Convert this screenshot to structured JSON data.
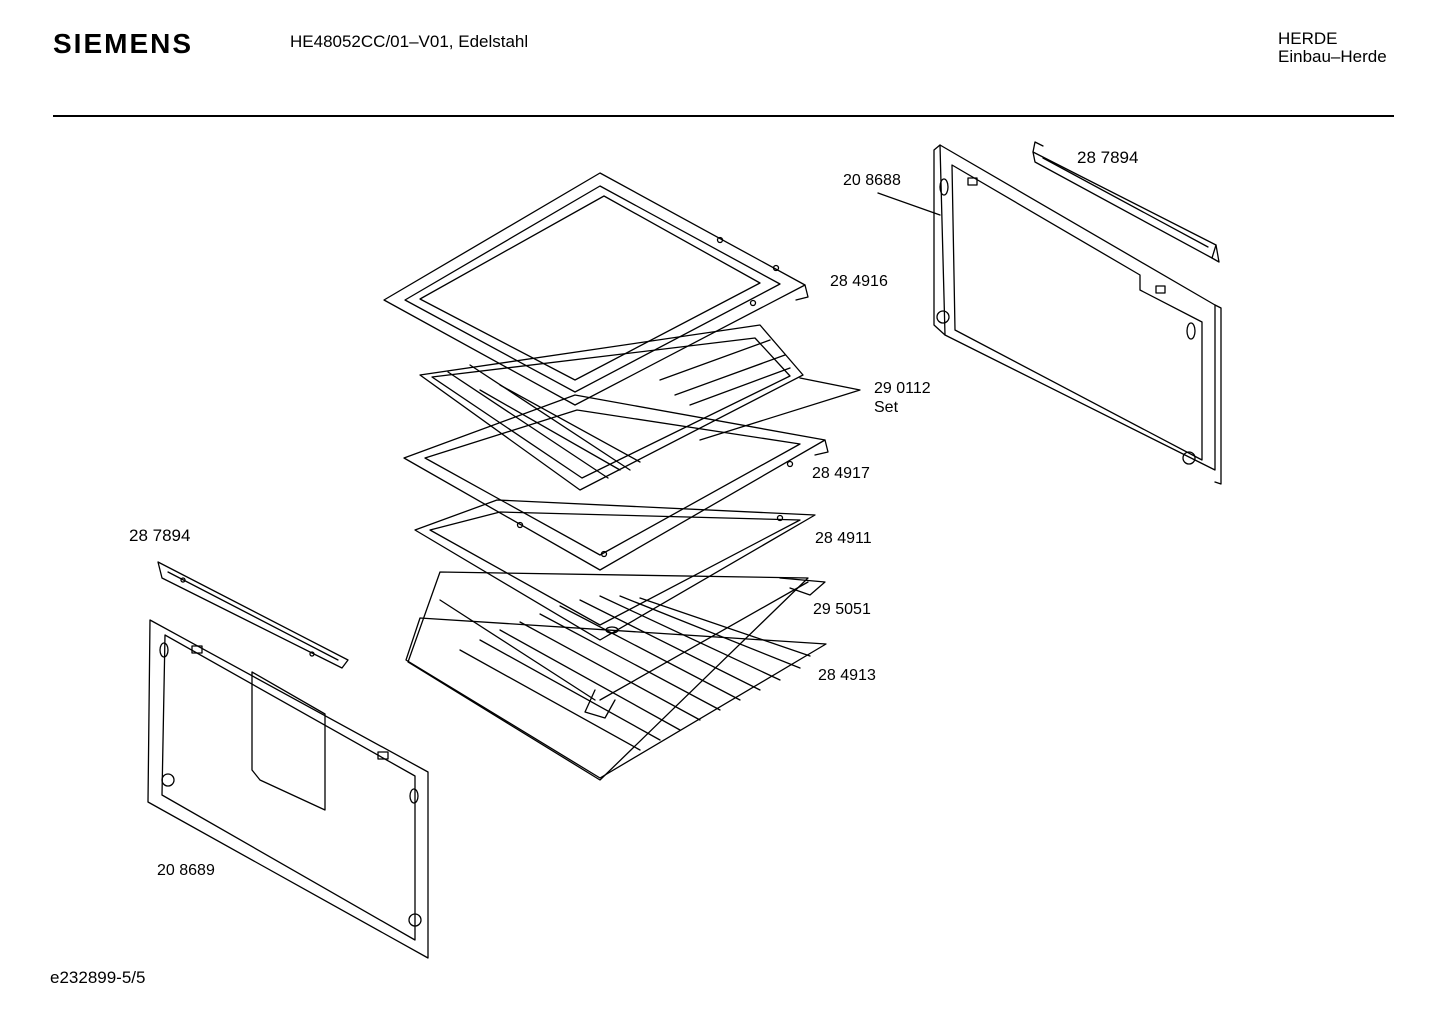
{
  "header": {
    "brand": "SIEMENS",
    "model_line": "HE48052CC/01–V01, Edelstahl",
    "category": "HERDE",
    "subcategory": "Einbau–Herde"
  },
  "footer": {
    "drawing_id": "e232899-5/5"
  },
  "parts": {
    "p208688": "20 8688",
    "p287894_right": "28 7894",
    "p284916": "28 4916",
    "p290112": "29 0112",
    "p290112_set": "Set",
    "p284917": "28 4917",
    "p284911": "28 4911",
    "p295051": "29 5051",
    "p284913": "28 4913",
    "p287894_left": "28 7894",
    "p208689": "20 8689"
  }
}
